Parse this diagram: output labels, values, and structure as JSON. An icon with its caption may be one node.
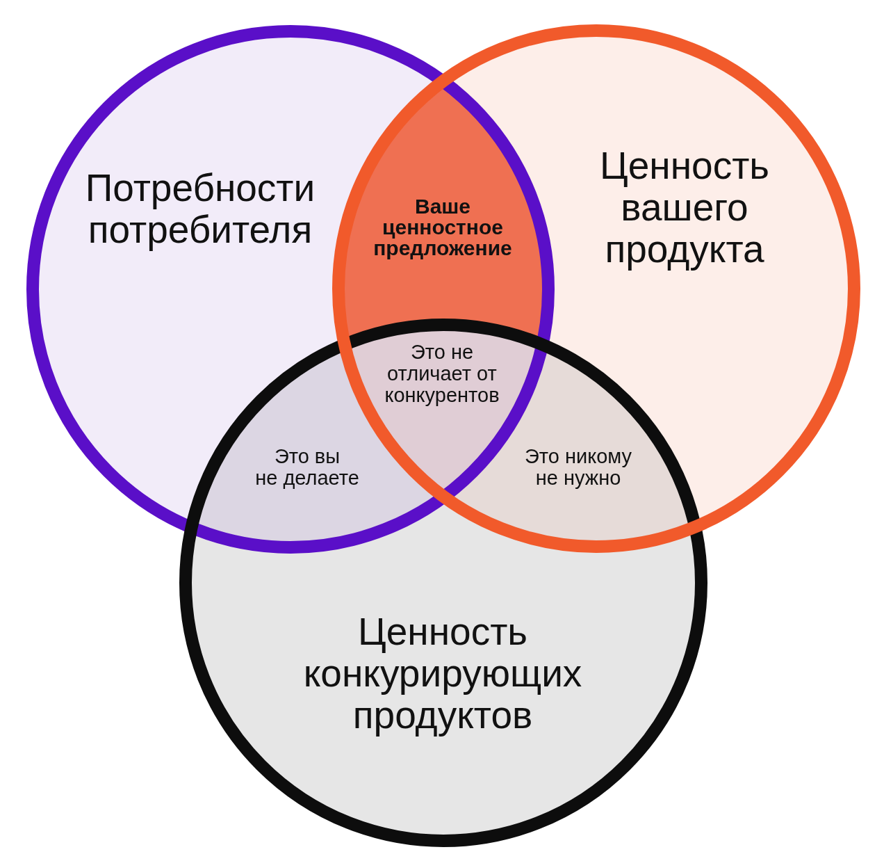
{
  "diagram": {
    "nodes": [
      {
        "text": [
          "Потребности потребителя"
        ]
      },
      {
        "text": [
          "Ценность вашего продукта"
        ]
      },
      {
        "text": [
          "Ценность конкурирующих продуктов"
        ]
      }
    ],
    "labels": [
      "Ваше ценностное предложение",
      "Это не отличает от конкурентов",
      "Это вы не делаете",
      "Это никому не нужно"
    ]
  }
}
